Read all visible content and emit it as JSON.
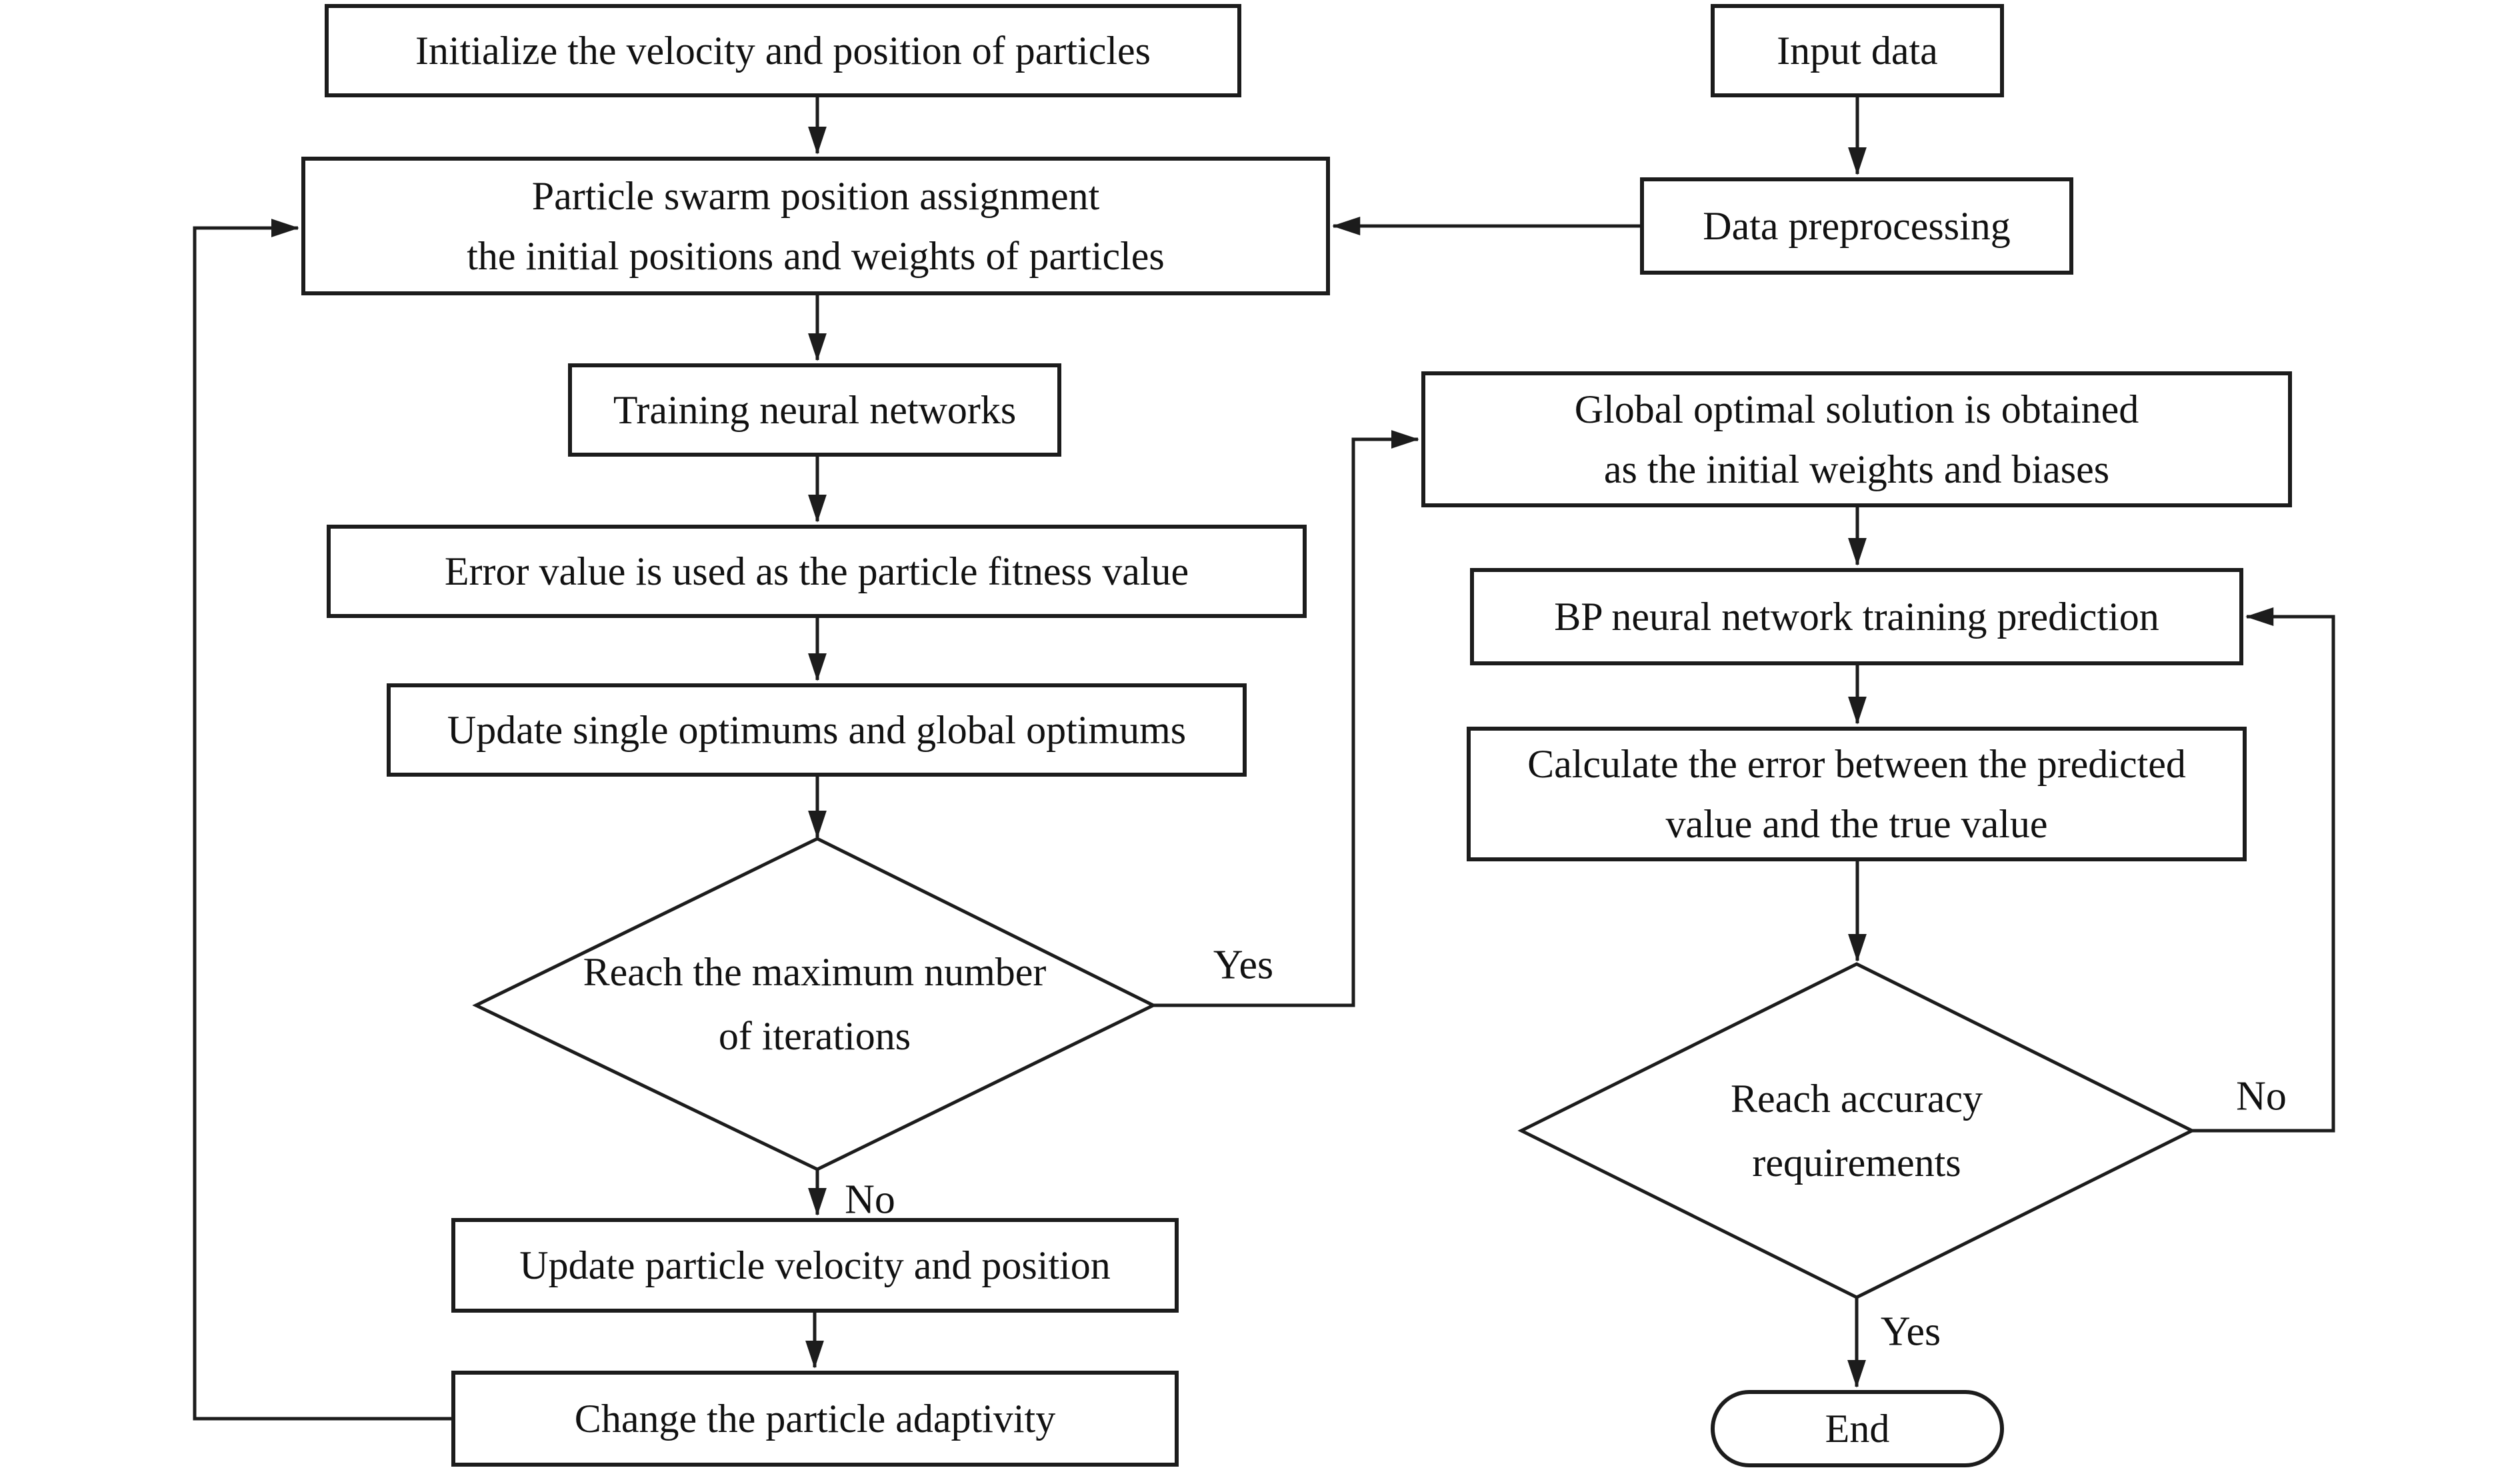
{
  "nodes": {
    "init": {
      "label": "Initialize the velocity and position of particles"
    },
    "assign": {
      "line1": "Particle swarm position assignment",
      "line2": "the initial positions and weights of particles"
    },
    "train": {
      "label": "Training neural networks"
    },
    "fitness": {
      "label": "Error value is used as the particle fitness value"
    },
    "optimums": {
      "label": "Update single optimums and global optimums"
    },
    "max_iter": {
      "line1": "Reach the maximum number",
      "line2": "of iterations"
    },
    "velocity": {
      "label": "Update particle velocity and position"
    },
    "adaptivity": {
      "label": "Change the particle adaptivity"
    },
    "input": {
      "label": "Input data"
    },
    "preprocess": {
      "label": "Data preprocessing"
    },
    "global_opt": {
      "line1": "Global optimal solution is obtained",
      "line2": "as the initial weights and biases"
    },
    "bp_train": {
      "label": "BP neural network training prediction"
    },
    "calc_error": {
      "line1": "Calculate the error between the predicted",
      "line2": "value and the true value"
    },
    "accuracy": {
      "line1": "Reach accuracy",
      "line2": "requirements"
    },
    "end": {
      "label": "End"
    }
  },
  "edge_labels": {
    "max_iter_yes": "Yes",
    "max_iter_no": "No",
    "accuracy_no": "No",
    "accuracy_yes": "Yes"
  },
  "colors": {
    "ink": "#1c1c1c",
    "background": "#ffffff"
  }
}
